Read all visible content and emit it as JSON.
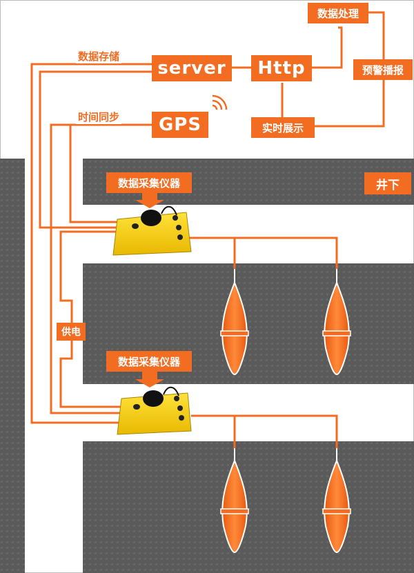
{
  "nodes": {
    "data_processing": "数据处理",
    "server": "server",
    "http": "Http",
    "warning_broadcast": "预警播报",
    "gps": "GPS",
    "realtime_display": "实时展示",
    "underground": "井下",
    "collector_top": "数据采集仪器",
    "collector_bottom": "数据采集仪器"
  },
  "links": {
    "data_storage": "数据存储",
    "time_sync": "时间同步",
    "power_supply": "供电"
  },
  "colors": {
    "accent": "#f26c21",
    "rock": "#5a5a5a",
    "device": "#f7d21a"
  }
}
